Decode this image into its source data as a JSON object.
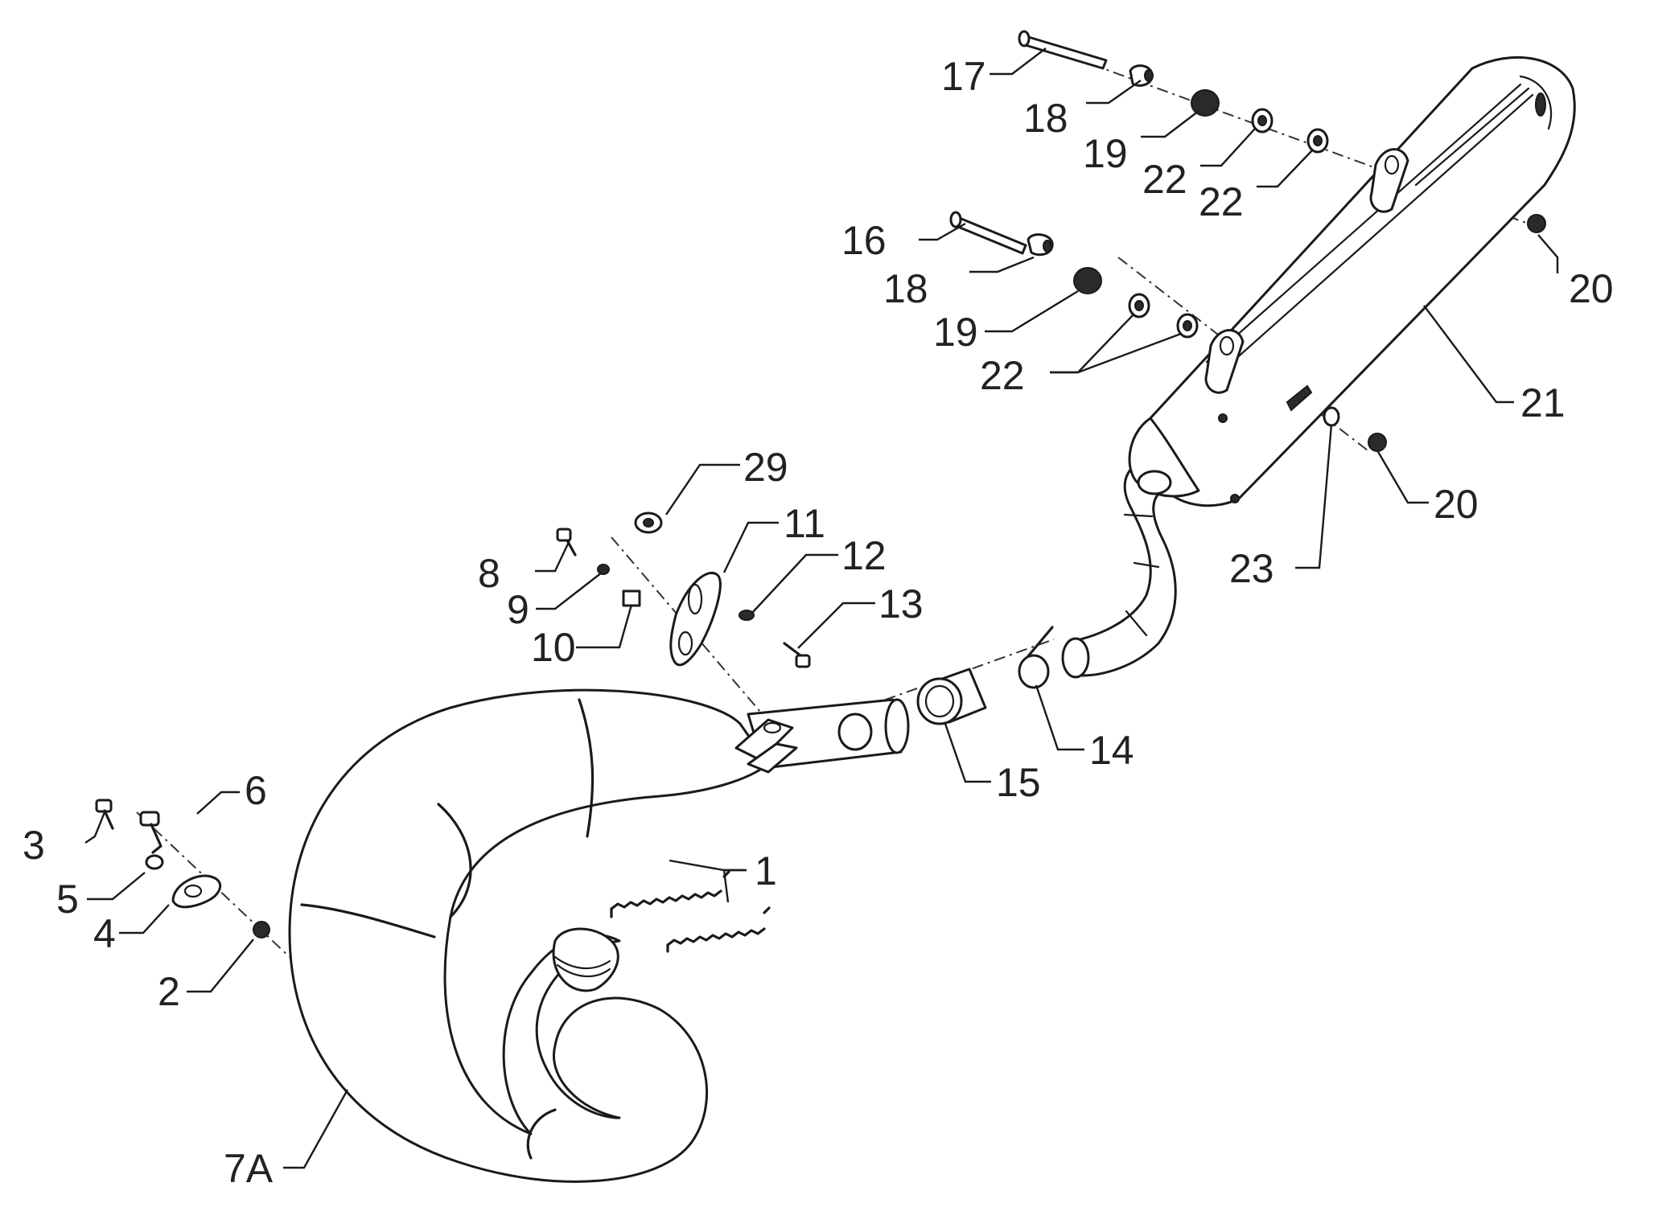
{
  "callouts": {
    "c1": "1",
    "c2": "2",
    "c3": "3",
    "c4": "4",
    "c5": "5",
    "c6": "6",
    "c7A": "7A",
    "c8": "8",
    "c9": "9",
    "c10": "10",
    "c11": "11",
    "c12": "12",
    "c13": "13",
    "c14": "14",
    "c15": "15",
    "c16": "16",
    "c17": "17",
    "c18a": "18",
    "c18b": "18",
    "c19a": "19",
    "c19b": "19",
    "c20a": "20",
    "c20b": "20",
    "c21": "21",
    "c22a": "22",
    "c22b": "22",
    "c22c": "22",
    "c23": "23",
    "c29": "29"
  }
}
